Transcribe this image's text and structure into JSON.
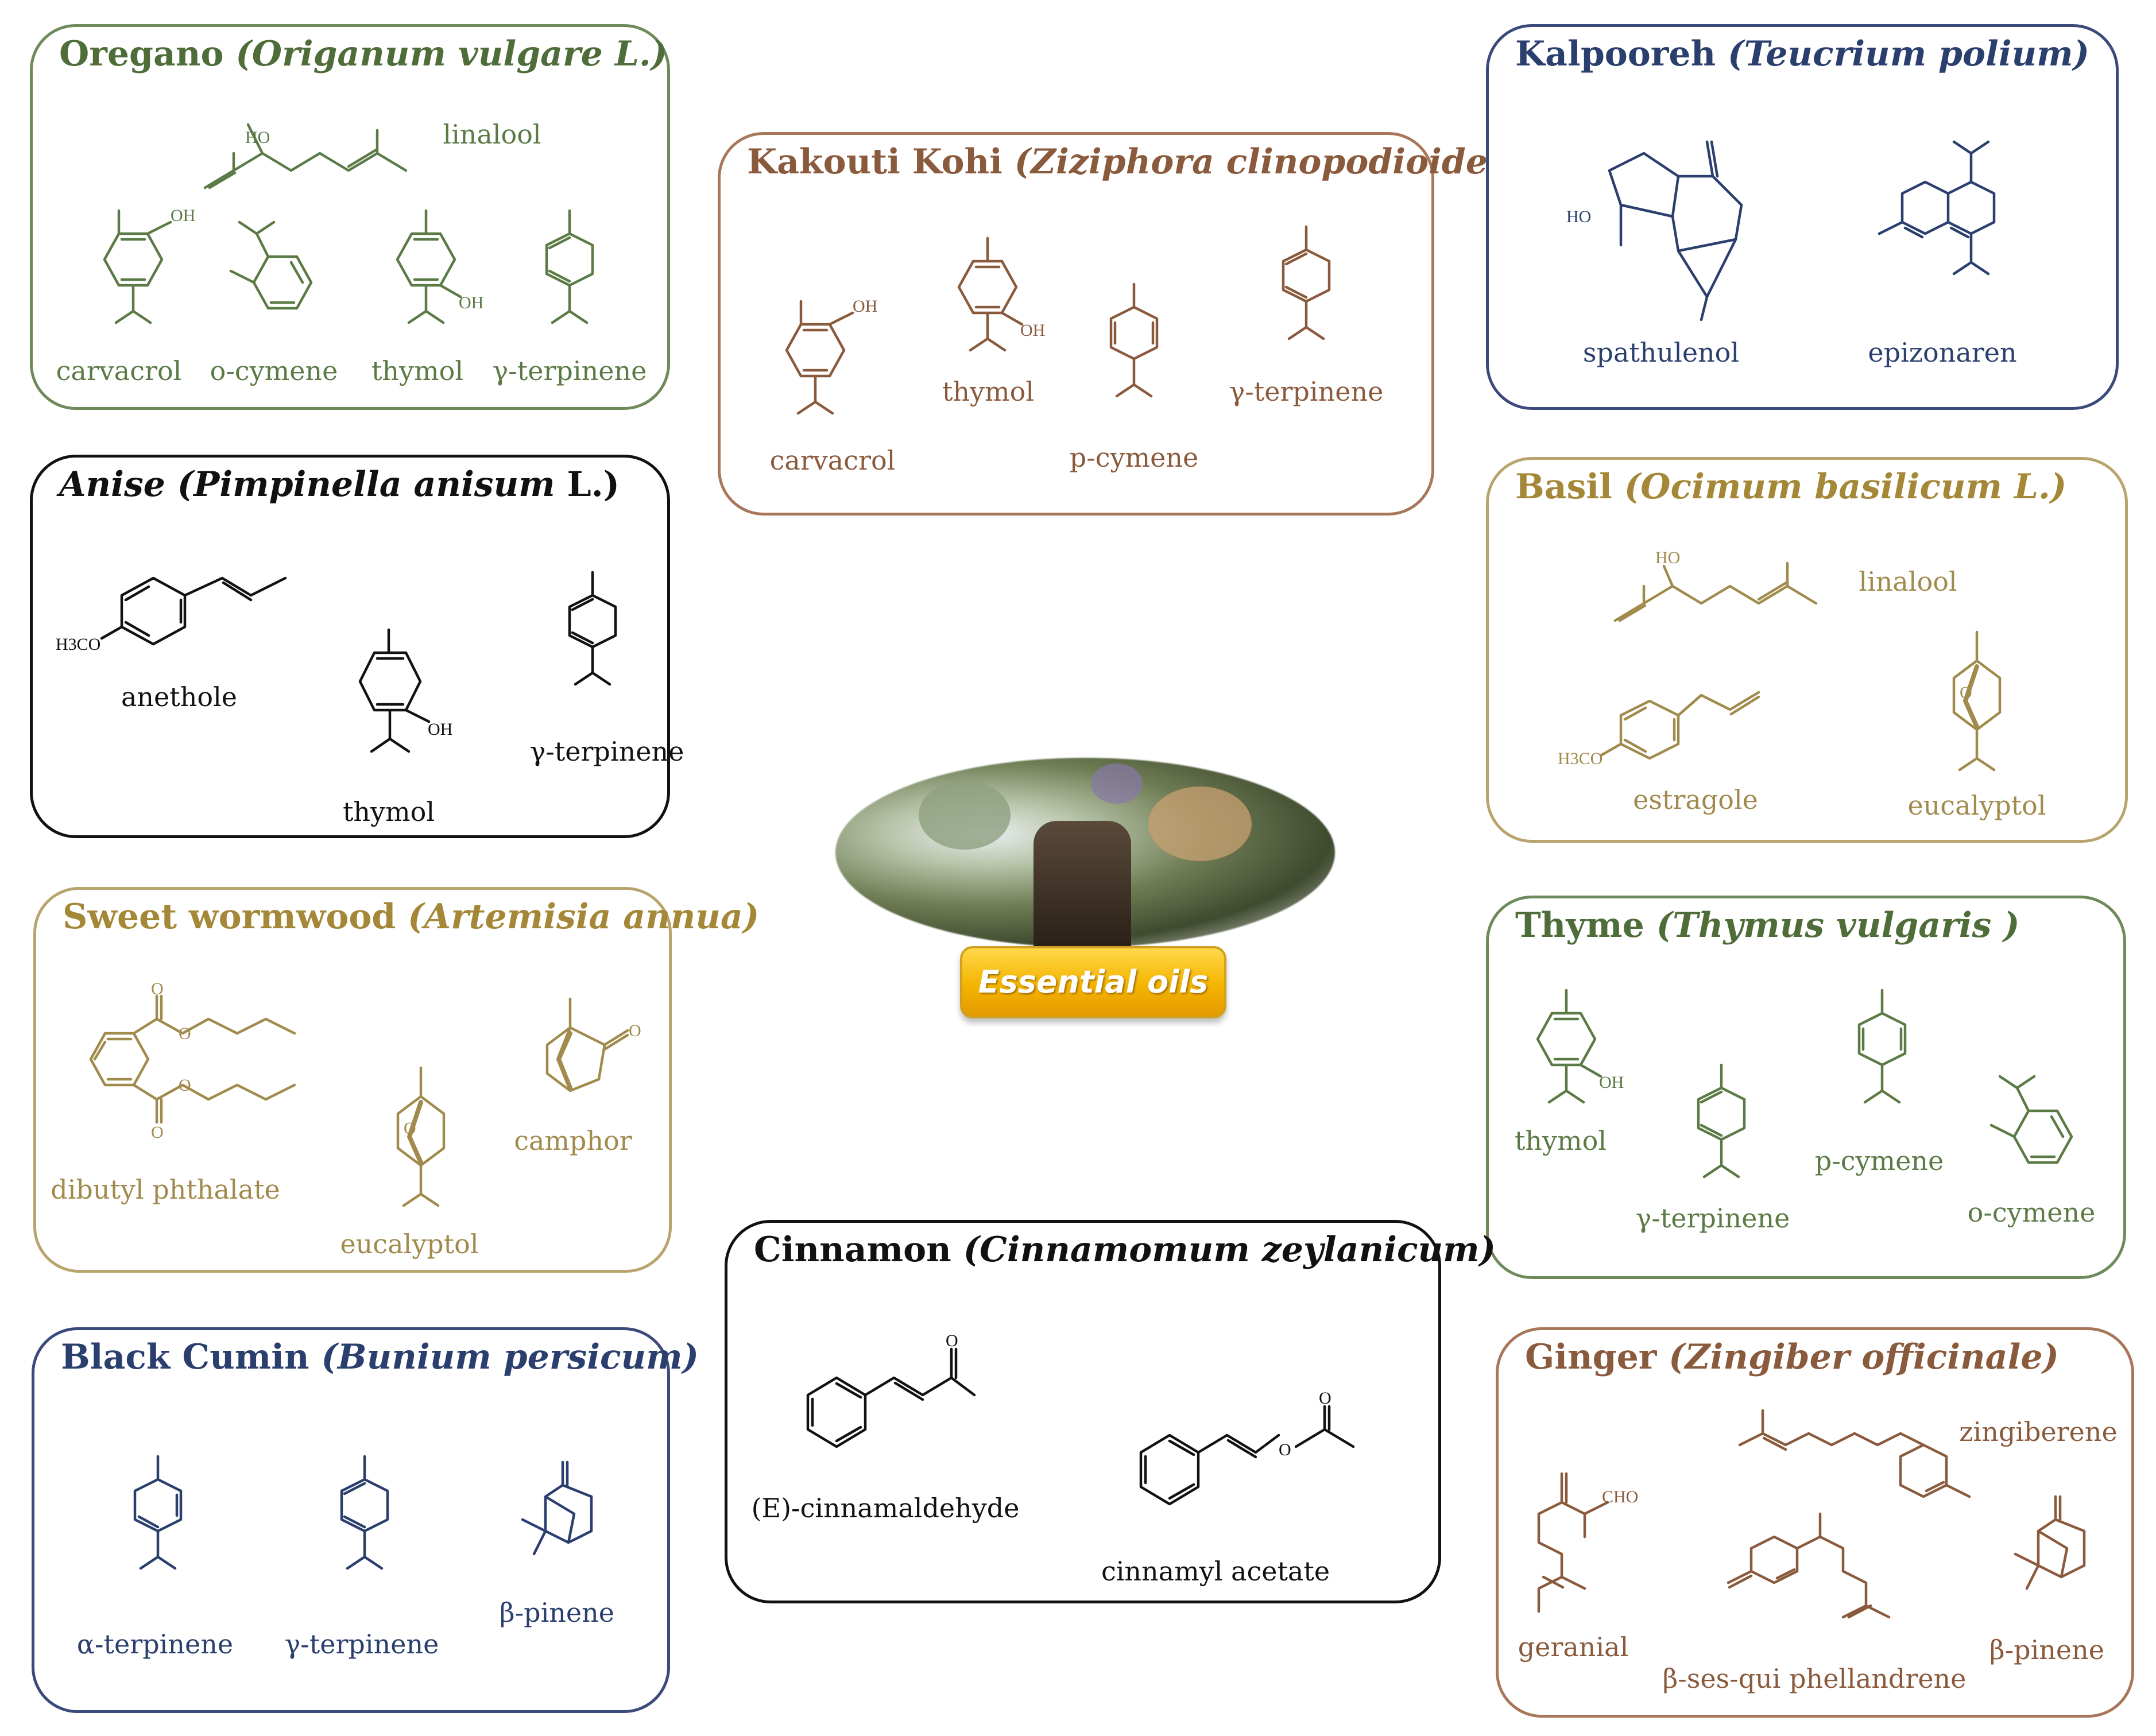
{
  "center": {
    "button_label": "Essential oils"
  },
  "panels": {
    "oregano": {
      "name": "Oregano",
      "sci": "(Origanum vulgare L.)",
      "colors": "#5b7a45",
      "compounds": [
        "linalool",
        "carvacrol",
        "o-cymene",
        "thymol",
        "γ-terpinene"
      ]
    },
    "kakouti": {
      "name": "Kakouti Kohi",
      "sci": "(Ziziphora clinopodioides)",
      "colors": "#8a5a3c",
      "compounds": [
        "carvacrol",
        "thymol",
        "p-cymene",
        "γ-terpinene"
      ]
    },
    "kalpooreh": {
      "name": "Kalpooreh",
      "sci": "(Teucrium polium)",
      "colors": "#2b3f6e",
      "compounds": [
        "spathulenol",
        "epizonaren"
      ]
    },
    "anise": {
      "name_sci": "Anise (Pimpinella anisum",
      "suffix": " L.)",
      "colors": "#111111",
      "compounds": [
        "anethole",
        "thymol",
        "γ-terpinene"
      ]
    },
    "basil": {
      "name": "Basil",
      "sci": "(Ocimum basilicum L.)",
      "colors": "#a08a4c",
      "compounds": [
        "linalool",
        "estragole",
        "eucalyptol"
      ]
    },
    "wormwood": {
      "name": "Sweet wormwood",
      "sci": "(Artemisia annua)",
      "colors": "#a08a4c",
      "compounds": [
        "dibutyl phthalate",
        "eucalyptol",
        "camphor"
      ]
    },
    "thyme": {
      "name": "Thyme",
      "sci": "(Thymus vulgaris )",
      "colors": "#5b7a45",
      "compounds": [
        "thymol",
        "γ-terpinene",
        "p-cymene",
        "o-cymene"
      ]
    },
    "cumin": {
      "name": "Black Cumin",
      "sci": "(Bunium persicum)",
      "colors": "#2b3f6e",
      "compounds": [
        "α-terpinene",
        "γ-terpinene",
        "β-pinene"
      ]
    },
    "cinnamon": {
      "name": "Cinnamon",
      "sci": "(Cinnamomum zeylanicum)",
      "colors": "#111111",
      "compounds": [
        "(E)-cinnamaldehyde",
        "cinnamyl acetate"
      ]
    },
    "ginger": {
      "name": "Ginger",
      "sci": "(Zingiber officinale)",
      "colors": "#8a5a3c",
      "compounds": [
        "zingiberene",
        "geranial",
        "β-ses-qui phellandrene",
        "β-pinene"
      ]
    }
  },
  "atom_labels": {
    "ho": "HO",
    "oh": "OH",
    "h3co": "H3CO",
    "o": "O",
    "cho": "CHO"
  }
}
